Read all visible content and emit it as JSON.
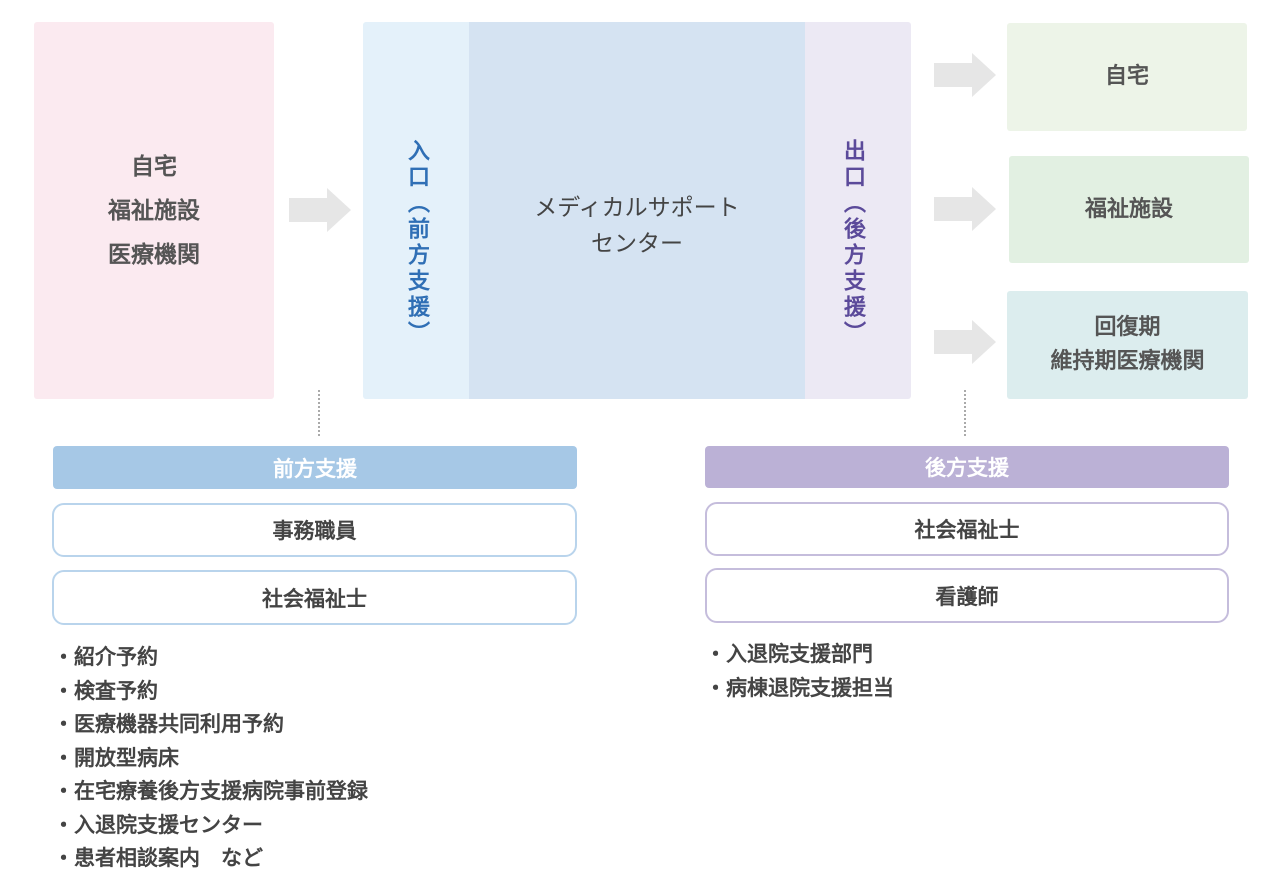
{
  "source": {
    "lines": [
      "自宅",
      "福祉施設",
      "医療機関"
    ]
  },
  "center": {
    "entrance_label": "入口（前方支援）",
    "main_lines": [
      "メディカルサポート",
      "センター"
    ],
    "exit_label": "出口（後方支援）"
  },
  "destinations": [
    {
      "lines": [
        "自宅"
      ]
    },
    {
      "lines": [
        "福祉施設"
      ]
    },
    {
      "lines": [
        "回復期",
        "維持期医療機関"
      ]
    }
  ],
  "front_support": {
    "title": "前方支援",
    "roles": [
      "事務職員",
      "社会福祉士"
    ],
    "items": [
      "・紹介予約",
      "・検査予約",
      "・医療機器共同利用予約",
      "・開放型病床",
      "・在宅療養後方支援病院事前登録",
      "・入退院支援センター",
      "・患者相談案内　など"
    ]
  },
  "back_support": {
    "title": "後方支援",
    "roles": [
      "社会福祉士",
      "看護師"
    ],
    "items": [
      "・入退院支援部門",
      "・病棟退院支援担当"
    ]
  },
  "colors": {
    "source_bg": "#fbeaf0",
    "entrance_bg": "#e4f1fa",
    "center_bg": "#d5e3f2",
    "exit_bg": "#ece9f4",
    "entrance_text": "#2f6fb5",
    "exit_text": "#5b4a9a",
    "front_header": "#a6c8e6",
    "back_header": "#bbb1d6",
    "arrow": "#e6e6e6"
  }
}
